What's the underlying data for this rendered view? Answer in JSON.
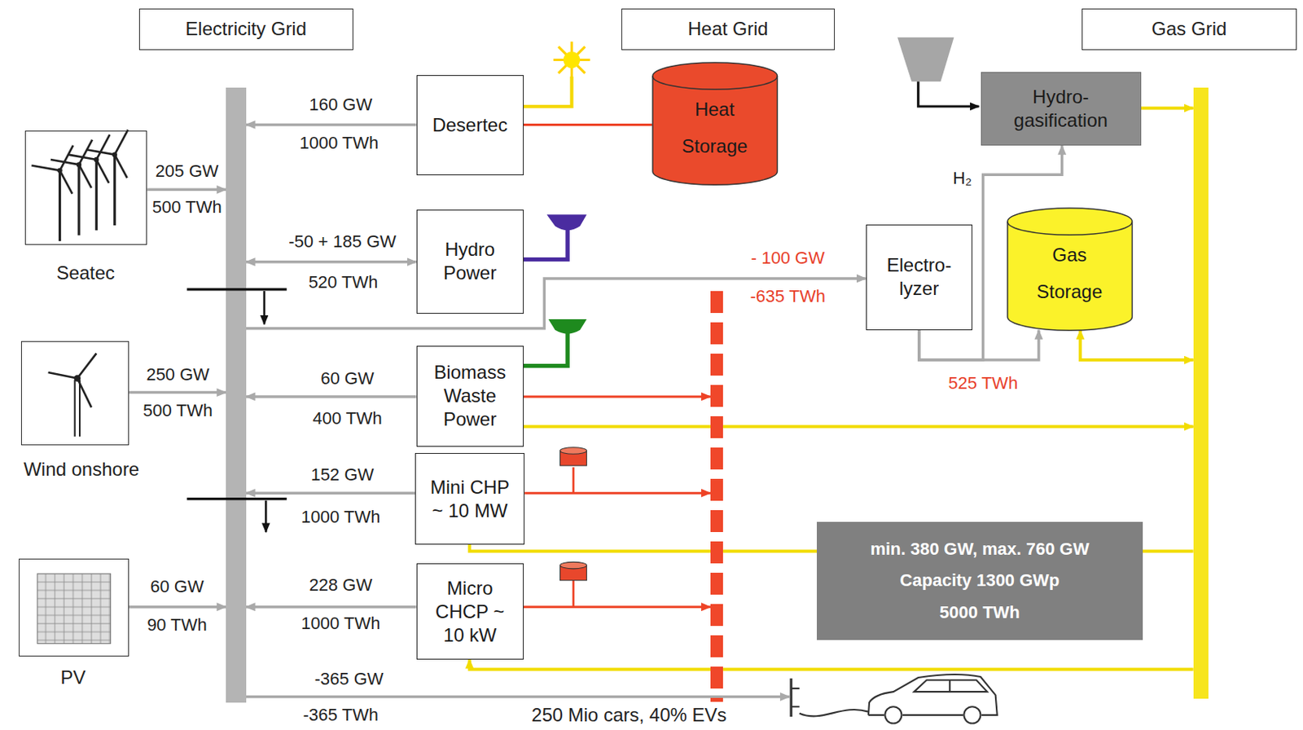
{
  "diagram": {
    "nodes": [
      {
        "text": [
          "Electricity Grid"
        ]
      },
      {
        "text": [
          "Heat Grid"
        ]
      },
      {
        "text": [
          "Gas Grid"
        ]
      },
      {
        "text": [
          "Desertec"
        ]
      },
      {
        "text": [
          "Heat Storage"
        ]
      },
      {
        "text": [
          "Hydro- gasification"
        ]
      },
      {
        "text": [
          "Seatec"
        ]
      },
      {
        "text": [
          "Hydro Power"
        ]
      },
      {
        "text": [
          "Electro- lyzer"
        ]
      },
      {
        "text": [
          "Gas Storage"
        ]
      },
      {
        "text": [
          "Biomass Waste Power"
        ]
      },
      {
        "text": [
          "Wind onshore"
        ]
      },
      {
        "text": [
          "Mini CHP ~ 10 MW"
        ]
      },
      {
        "text": [
          "min. 380 GW, max. 760 GW",
          "Capacity 1300 GWp",
          "5000 TWh"
        ]
      },
      {
        "text": [
          "Micro CHCP ~ 10 kW"
        ]
      },
      {
        "text": [
          "PV"
        ]
      },
      {
        "text": [
          "250 Mio cars, 40% EVs"
        ]
      }
    ],
    "edges": [
      {
        "from": 6,
        "to": 0,
        "arrow": "to",
        "label": "205 GW"
      },
      {
        "from": 3,
        "to": 0,
        "arrow": "to",
        "label": "160 GW"
      },
      {
        "from": 7,
        "to": 0,
        "arrow": "both",
        "label": "-50 + 185 GW"
      },
      {
        "from": 0,
        "to": 8,
        "arrow": "to",
        "label": "- 100 GW"
      },
      {
        "from": 11,
        "to": 0,
        "arrow": "to",
        "label": "250 GW"
      },
      {
        "from": 10,
        "to": 0,
        "arrow": "to",
        "label": "60 GW"
      },
      {
        "from": 12,
        "to": 0,
        "arrow": "to",
        "label": "152 GW"
      },
      {
        "from": 15,
        "to": 0,
        "arrow": "to",
        "label": "60 GW"
      },
      {
        "from": 14,
        "to": 0,
        "arrow": "to",
        "label": "228 GW"
      },
      {
        "from": 0,
        "to": 16,
        "arrow": "to",
        "label": "-365 GW"
      },
      {
        "from": 3,
        "to": 4,
        "arrow": "none"
      },
      {
        "from": 10,
        "to": 1,
        "arrow": "to"
      },
      {
        "from": 12,
        "to": 1,
        "arrow": "to"
      },
      {
        "from": 14,
        "to": 1,
        "arrow": "to"
      },
      {
        "from": 10,
        "to": 2,
        "arrow": "to"
      },
      {
        "from": 2,
        "to": 12,
        "arrow": "none"
      },
      {
        "from": 2,
        "to": 14,
        "arrow": "to"
      },
      {
        "from": 5,
        "to": 2,
        "arrow": "to"
      },
      {
        "from": 8,
        "to": 9,
        "arrow": "to",
        "label": "525 TWh"
      },
      {
        "from": 8,
        "to": 5,
        "arrow": "to",
        "label": "H₂"
      },
      {
        "from": 9,
        "to": 2,
        "arrow": "both"
      }
    ],
    "labels": [
      "1000 TWh",
      "500 TWh",
      "520 TWh",
      "-635 TWh",
      "500 TWh",
      "400 TWh",
      "1000 TWh",
      "1000 TWh",
      "90 TWh",
      "-365 TWh"
    ]
  }
}
